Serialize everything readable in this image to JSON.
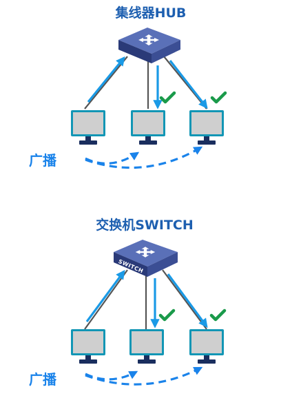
{
  "diagrams": [
    {
      "title": "集线器HUB",
      "device": "hub",
      "device_label": "",
      "broadcast_label": "广播",
      "checks": [
        "pc-2",
        "pc-3"
      ]
    },
    {
      "title": "交换机SWITCH",
      "device": "switch",
      "device_label": "SWITCH",
      "broadcast_label": "广播",
      "checks": [
        "pc-2",
        "pc-3"
      ]
    }
  ],
  "colors": {
    "title": "#1d5fb0",
    "arrow": "#1a9ae6",
    "broadcast": "#1a83ea",
    "check": "#1a9a4a",
    "device_top": "#5a70b8",
    "device_side": "#2a3a78",
    "monitor_screen": "#cfcfcf",
    "monitor_frame": "#1296b5",
    "cable": "#555555"
  }
}
